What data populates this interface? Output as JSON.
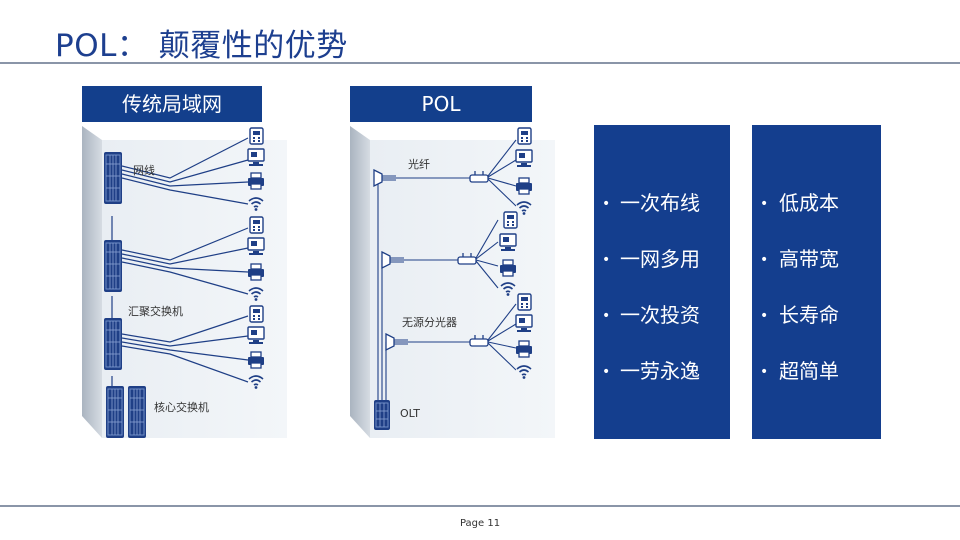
{
  "title": "POL： 颠覆性的优势",
  "footer": {
    "page": "Page 11"
  },
  "traditional": {
    "header": "传统局域网",
    "labels": {
      "access_switch": "网线",
      "aggregation_switch": "汇聚交换机",
      "core_switch": "核心交换机"
    }
  },
  "pol": {
    "header": "POL",
    "labels": {
      "fiber": "光纤",
      "splitter": "无源分光器",
      "olt": "OLT"
    }
  },
  "advantages_left": [
    "一次布线",
    "一网多用",
    "一次投资",
    "一劳永逸"
  ],
  "advantages_right": [
    "低成本",
    "高带宽",
    "长寿命",
    "超简单"
  ],
  "colors": {
    "brand_blue": "#143e8e",
    "title_blue": "#1d3f8f",
    "rule_gray": "#8a95a8",
    "rack_light": "#e8edf2",
    "rack_dark": "#c9d1da"
  },
  "icons": [
    "phone-icon",
    "computer-icon",
    "printer-icon",
    "wifi-icon",
    "switch-icon",
    "splitter-icon",
    "olt-icon"
  ]
}
